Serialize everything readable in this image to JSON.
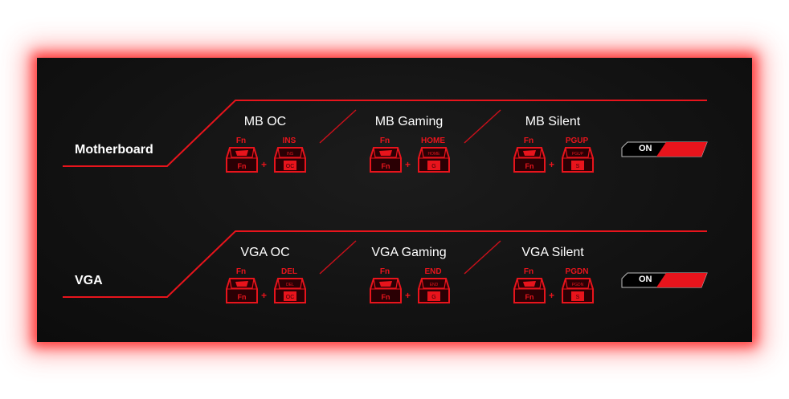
{
  "accent_color": "#e8141c",
  "rows": [
    {
      "label": "Motherboard",
      "toggle": "ON",
      "modes": [
        {
          "title": "MB OC",
          "key1": "Fn",
          "key2": "INS",
          "key2_face_top": "INS",
          "key2_face_bottom": "OC"
        },
        {
          "title": "MB Gaming",
          "key1": "Fn",
          "key2": "HOME",
          "key2_face_top": "HOME",
          "key2_face_bottom": "G"
        },
        {
          "title": "MB Silent",
          "key1": "Fn",
          "key2": "PGUP",
          "key2_face_top": "PGUP",
          "key2_face_bottom": "S"
        }
      ]
    },
    {
      "label": "VGA",
      "toggle": "ON",
      "modes": [
        {
          "title": "VGA OC",
          "key1": "Fn",
          "key2": "DEL",
          "key2_face_top": "DEL",
          "key2_face_bottom": "OC"
        },
        {
          "title": "VGA Gaming",
          "key1": "Fn",
          "key2": "END",
          "key2_face_top": "END",
          "key2_face_bottom": "G"
        },
        {
          "title": "VGA Silent",
          "key1": "Fn",
          "key2": "PGDN",
          "key2_face_top": "PGDN",
          "key2_face_bottom": "S"
        }
      ]
    }
  ],
  "plus": "+",
  "fn_face": "Fn"
}
